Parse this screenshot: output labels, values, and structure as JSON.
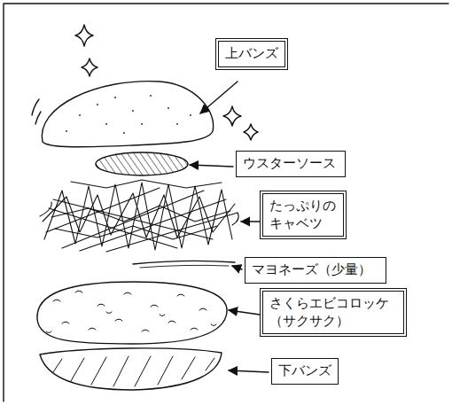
{
  "diagram": {
    "nodes": [
      {
        "text": [
          "上バンズ"
        ]
      },
      {
        "text": [
          "ウスターソース"
        ]
      },
      {
        "text": [
          "たっぷりの キャベツ"
        ]
      },
      {
        "text": [
          "マヨネーズ（少量）"
        ]
      },
      {
        "text": [
          "さくらエビコロッケ （サクサク）"
        ]
      },
      {
        "text": [
          "下バンズ"
        ]
      }
    ]
  }
}
